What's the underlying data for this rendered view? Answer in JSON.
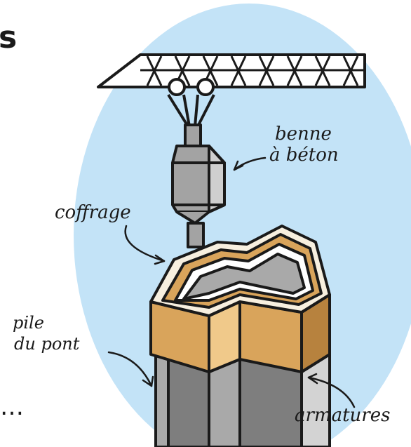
{
  "labels": {
    "benne_line1": "benne",
    "benne_line2": "à béton",
    "coffrage": "coffrage",
    "pile_line1": "pile",
    "pile_line2": "du pont",
    "armatures": "armatures",
    "cut_top": "s",
    "cut_bottom": "…"
  },
  "colors": {
    "sky": "#c3e3f7",
    "outline": "#1a1a1a",
    "concrete": "#a9a9a9",
    "concrete_dark": "#7e7e7e",
    "concrete_light": "#d3d3d3",
    "formwork": "#d9a45b",
    "formwork_dark": "#b7823e",
    "formwork_light": "#f0c98a",
    "bucket": "#a3a3a3",
    "bucket_light": "#cfcfcf"
  }
}
